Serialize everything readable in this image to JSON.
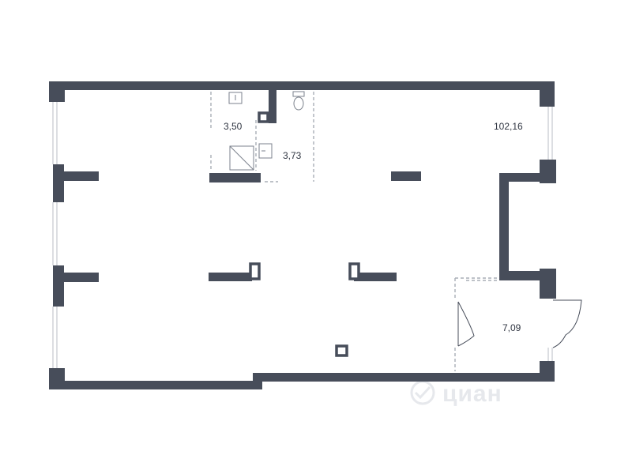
{
  "colors": {
    "wall": "#474d5a",
    "thin_line": "#b9bec6",
    "dashed_line": "#a9aeb6",
    "label": "#2e3440",
    "watermark": "#e6e8ec"
  },
  "rooms": [
    {
      "area": "3,50"
    },
    {
      "area": "3,73"
    },
    {
      "area": "102,16"
    },
    {
      "area": "7,09"
    }
  ],
  "watermark": {
    "text": "циан",
    "icon": "cian-logo-icon"
  },
  "fixtures": [
    "toilet-icon",
    "sink-icon",
    "shower-icon",
    "washbasin-icon"
  ]
}
